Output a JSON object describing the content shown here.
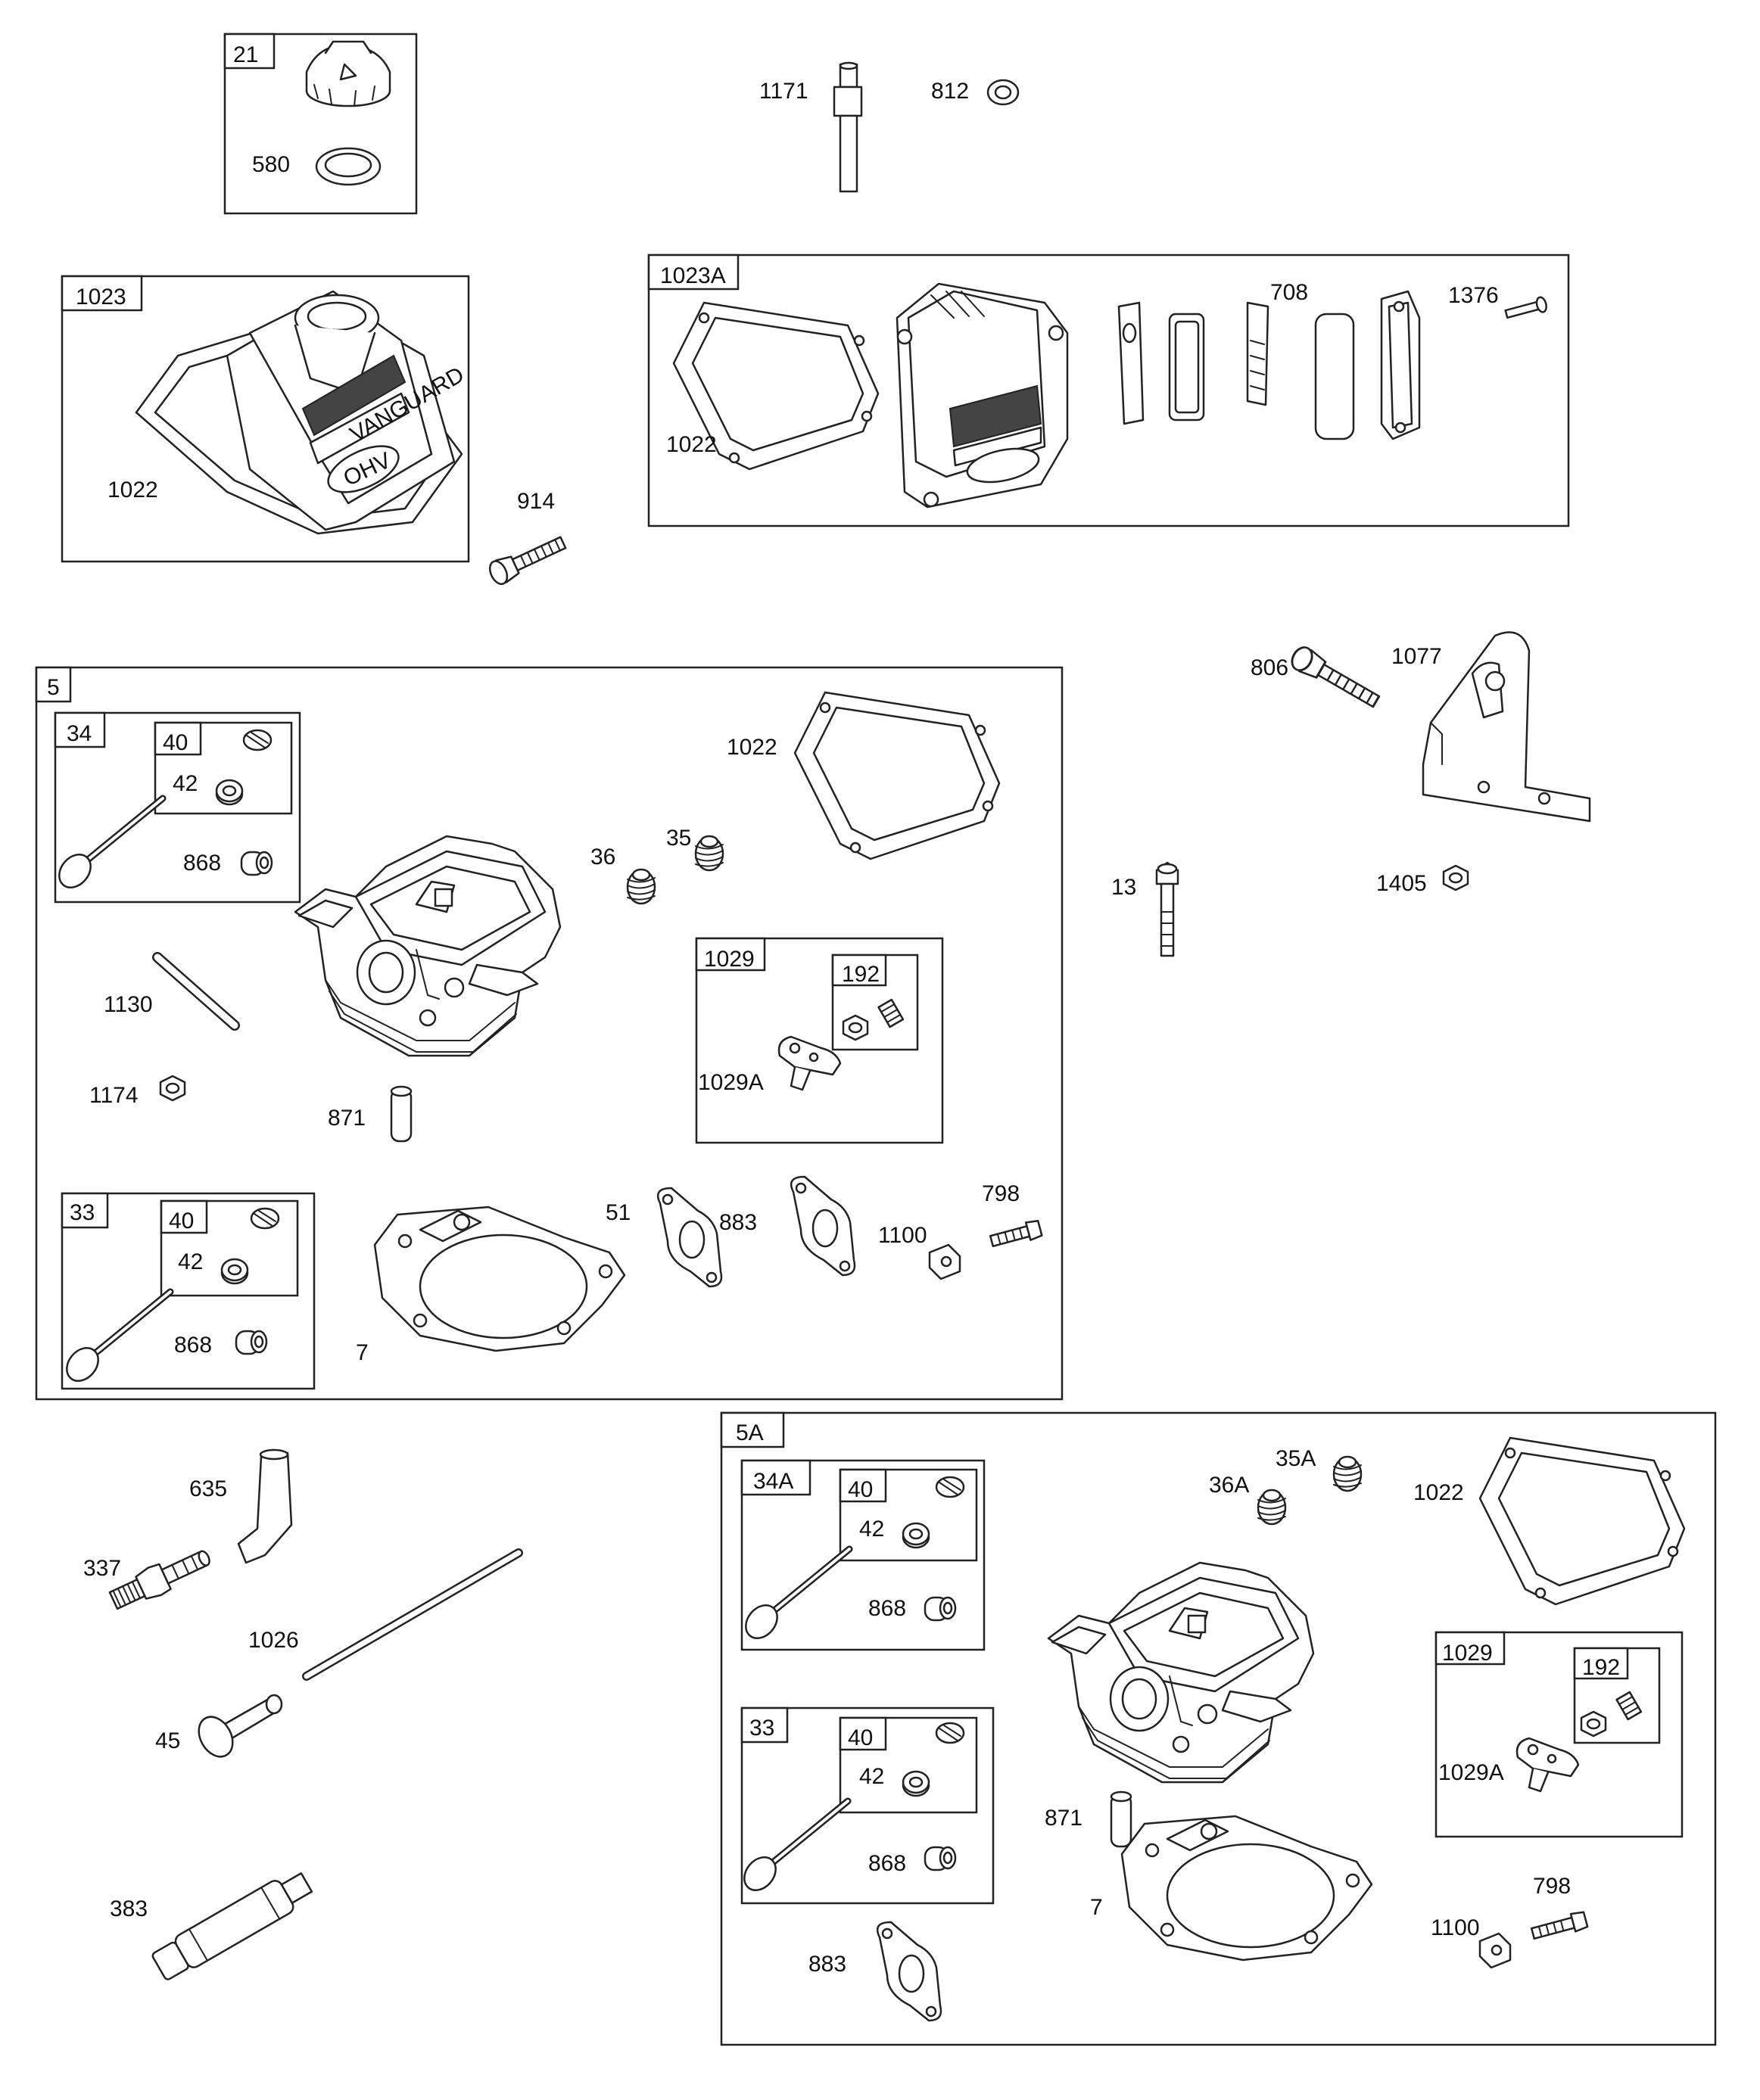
{
  "diagram_title": "",
  "groups": {
    "g21": {
      "tag": "21",
      "labels": {
        "l580": "580"
      }
    },
    "g1023": {
      "tag": "1023",
      "labels": {
        "l1022": "1022"
      }
    },
    "g1023A": {
      "tag": "1023A",
      "labels": {
        "l1022": "1022",
        "l708": "708",
        "l1376": "1376"
      }
    },
    "g5": {
      "tag": "5",
      "labels": {
        "l1022": "1022",
        "l36": "36",
        "l35": "35",
        "l1130": "1130",
        "l1174": "1174",
        "l871": "871",
        "l51": "51",
        "l883": "883",
        "l798": "798",
        "l1100": "1100",
        "l7": "7"
      },
      "g34": {
        "tag": "34",
        "labels": {
          "l868": "868"
        },
        "g40": {
          "tag": "40",
          "labels": {
            "l42": "42"
          }
        }
      },
      "g33": {
        "tag": "33",
        "labels": {
          "l868": "868"
        },
        "g40": {
          "tag": "40",
          "labels": {
            "l42": "42"
          }
        }
      },
      "g1029": {
        "tag": "1029",
        "labels": {
          "l1029A": "1029A"
        },
        "g192": {
          "tag": "192"
        }
      }
    },
    "g5A": {
      "tag": "5A",
      "labels": {
        "l35A": "35A",
        "l36A": "36A",
        "l1022": "1022",
        "l871": "871",
        "l7": "7",
        "l798": "798",
        "l1100": "1100",
        "l883": "883"
      },
      "g34A": {
        "tag": "34A",
        "labels": {
          "l868": "868"
        },
        "g40": {
          "tag": "40",
          "labels": {
            "l42": "42"
          }
        }
      },
      "g33": {
        "tag": "33",
        "labels": {
          "l868": "868"
        },
        "g40": {
          "tag": "40",
          "labels": {
            "l42": "42"
          }
        }
      },
      "g1029": {
        "tag": "1029",
        "labels": {
          "l1029A": "1029A"
        },
        "g192": {
          "tag": "192"
        }
      }
    }
  },
  "loose_labels": {
    "l1171": "1171",
    "l812": "812",
    "l914": "914",
    "l806": "806",
    "l1077": "1077",
    "l13": "13",
    "l1405": "1405",
    "l635": "635",
    "l337": "337",
    "l1026": "1026",
    "l45": "45",
    "l383": "383"
  },
  "cover_branding": {
    "brand": "VANGUARD",
    "model": "OHV"
  }
}
